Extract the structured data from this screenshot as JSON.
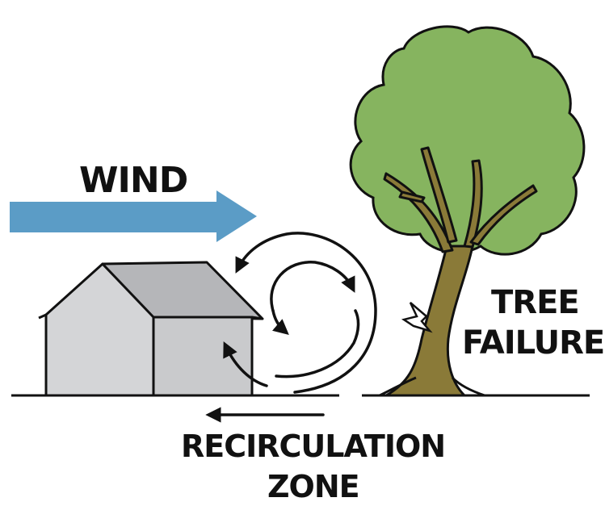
{
  "labels": {
    "wind": "WIND",
    "tree_failure_line1": "TREE",
    "tree_failure_line2": "FAILURE",
    "zone_line1": "RECIRCULATION",
    "zone_line2": "ZONE"
  },
  "icons": {
    "wind_arrow": "wind-arrow-icon",
    "house": "house-icon",
    "tree": "tree-icon",
    "break_mark": "break-spark-icon"
  },
  "colors": {
    "wind_arrow": "#5b9cc6",
    "house_wall": "#cfd0d2",
    "house_roof": "#b3b4b7",
    "tree_foliage": "#86b45f",
    "tree_trunk": "#8a7a38",
    "stroke": "#111111",
    "background": "#ffffff"
  }
}
